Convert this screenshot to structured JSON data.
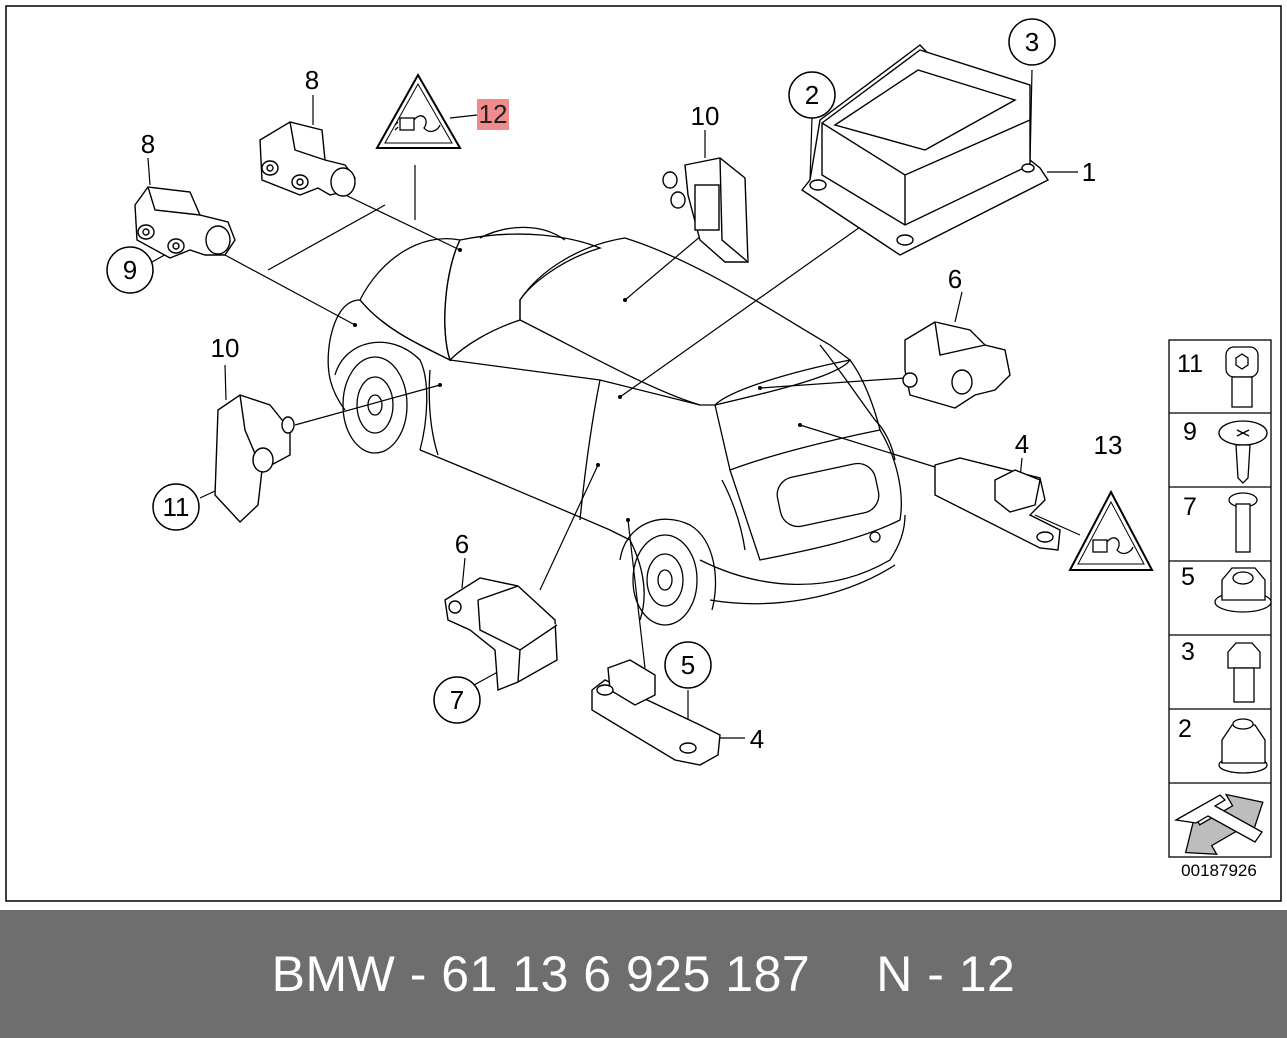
{
  "callouts": {
    "c1": "1",
    "c2": "2",
    "c3": "3",
    "c4a": "4",
    "c4b": "4",
    "c5": "5",
    "c6a": "6",
    "c6b": "6",
    "c7": "7",
    "c8a": "8",
    "c8b": "8",
    "c9": "9",
    "c10a": "10",
    "c10b": "10",
    "c11": "11",
    "c12": "12",
    "c13": "13"
  },
  "legend": {
    "items": [
      "11",
      "9",
      "7",
      "5",
      "3",
      "2"
    ],
    "code": "00187926"
  },
  "footer": {
    "part_number": "BMW - 61 13 6 925 187",
    "position": "N - 12"
  },
  "colors": {
    "highlight": "#f08c8c",
    "footer_bg": "#6e6e6e",
    "line": "#000000"
  }
}
